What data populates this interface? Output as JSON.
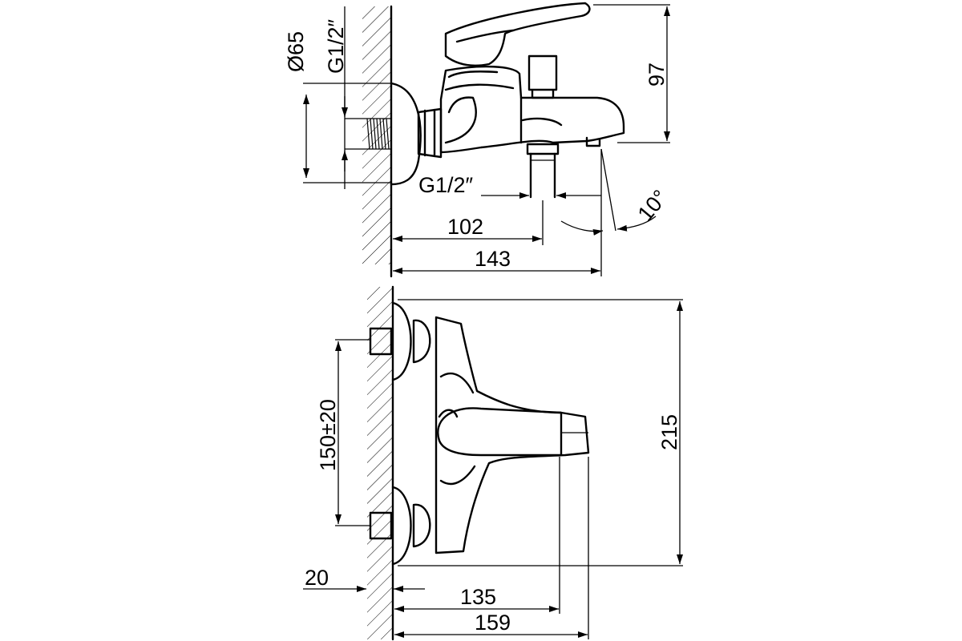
{
  "top_view": {
    "dim_diameter": "Ø65",
    "dim_wall_thread": "G1/2″",
    "dim_height": "97",
    "dim_outlet_thread": "G1/2″",
    "dim_angle": "10°",
    "dim_outlet_reach": "102",
    "dim_spout_reach": "143"
  },
  "front_view": {
    "dim_centers": "150±20",
    "dim_height": "215",
    "dim_wall_offset": "20",
    "dim_handle_reach": "135",
    "dim_total_reach": "159"
  }
}
